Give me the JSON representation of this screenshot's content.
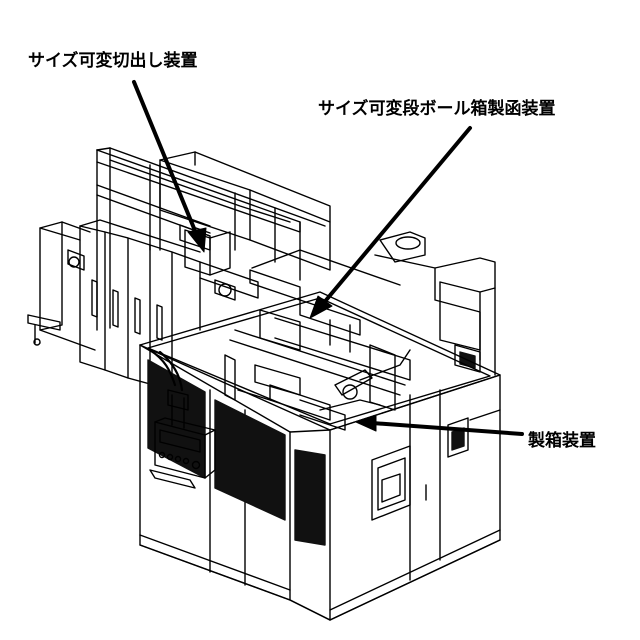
{
  "labels": {
    "cutter": "サイズ可変切出し装置",
    "former": "サイズ可変段ボール箱製函装置",
    "box_maker": "製箱装置"
  },
  "colors": {
    "line": "#000000",
    "panel": "#111111",
    "paper": "#ffffff"
  }
}
